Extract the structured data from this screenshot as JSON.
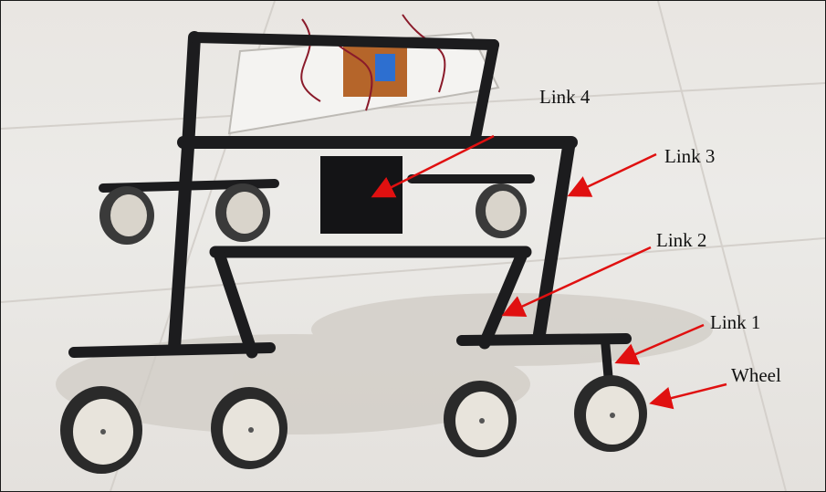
{
  "labels": {
    "link4": "Link 4",
    "link3": "Link 3",
    "link2": "Link 2",
    "link1": "Link 1",
    "wheel": "Wheel"
  },
  "colors": {
    "frame": "#1c1c1e",
    "wheel_tire": "#2a2a2a",
    "wheel_hub": "#e8e4dc",
    "arrow": "#e01010",
    "board": "#b5652a"
  }
}
